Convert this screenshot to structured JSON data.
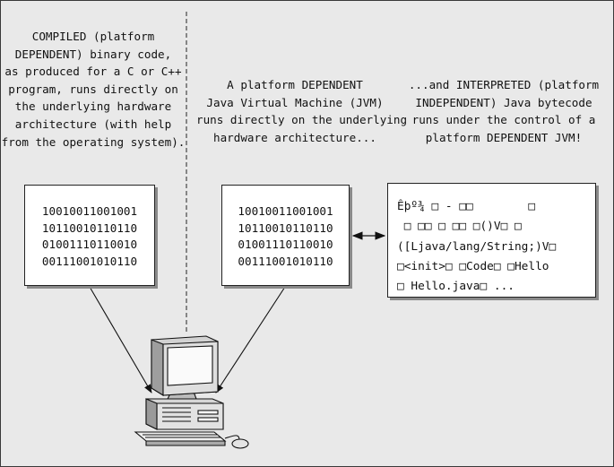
{
  "captions": {
    "compiled": [
      "COMPILED (platform",
      "DEPENDENT) binary code,",
      "as produced for a C or C++",
      "program, runs directly on",
      "the underlying hardware",
      "architecture (with help",
      "from the operating system)."
    ],
    "jvm": [
      "A platform DEPENDENT",
      "Java Virtual Machine (JVM)",
      "runs directly on the underlying",
      "hardware architecture..."
    ],
    "interpreted": [
      "...and INTERPRETED (platform",
      "INDEPENDENT) Java bytecode",
      "runs under the control of a",
      "platform DEPENDENT JVM!"
    ]
  },
  "binary_code": [
    "10010011001001",
    "10110010110110",
    "01001110110010",
    "00111001010110"
  ],
  "bytecode": [
    "Êþº¾ □ - □□        □",
    " □ □□ □ □□ □()V□ □",
    "([Ljava/lang/String;)V□",
    "□<init>□ □Code□ □Hello",
    "□ Hello.java□ ..."
  ],
  "colors": {
    "background": "#e9e9e9",
    "box_fill": "#ffffff",
    "box_shadow": "#8a8a8a",
    "stroke": "#222222"
  },
  "icons": [
    "desktop-computer-icon",
    "double-headed-arrow-icon"
  ]
}
